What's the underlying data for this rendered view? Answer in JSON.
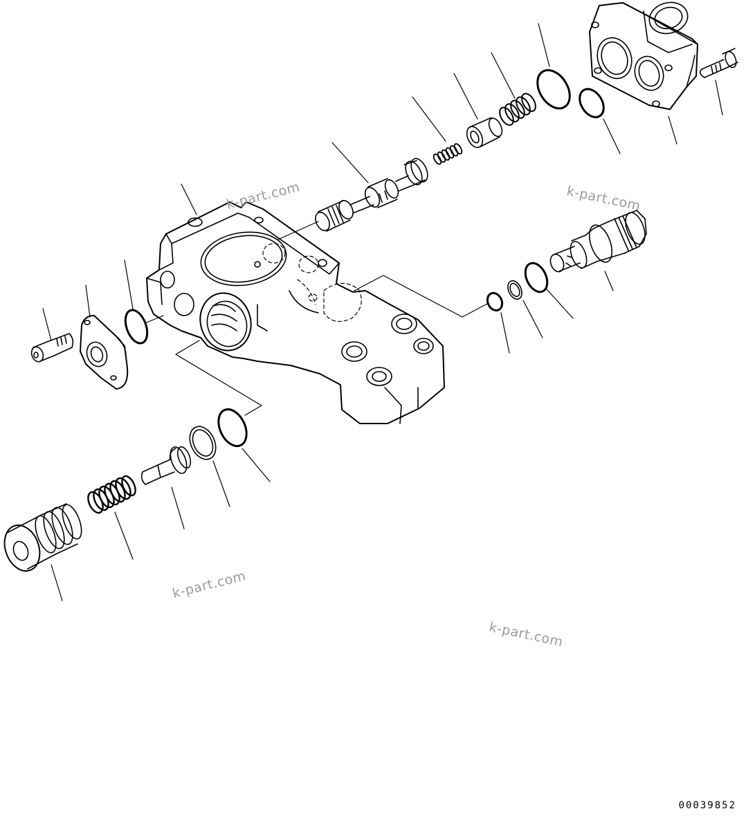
{
  "drawing_number": "00039852",
  "watermarks": [
    "k-part.com",
    "k-part.com",
    "k-part.com",
    "k-part.com"
  ],
  "colors": {
    "line": "#000000",
    "background": "#ffffff",
    "watermark": "#9a9a9a"
  }
}
